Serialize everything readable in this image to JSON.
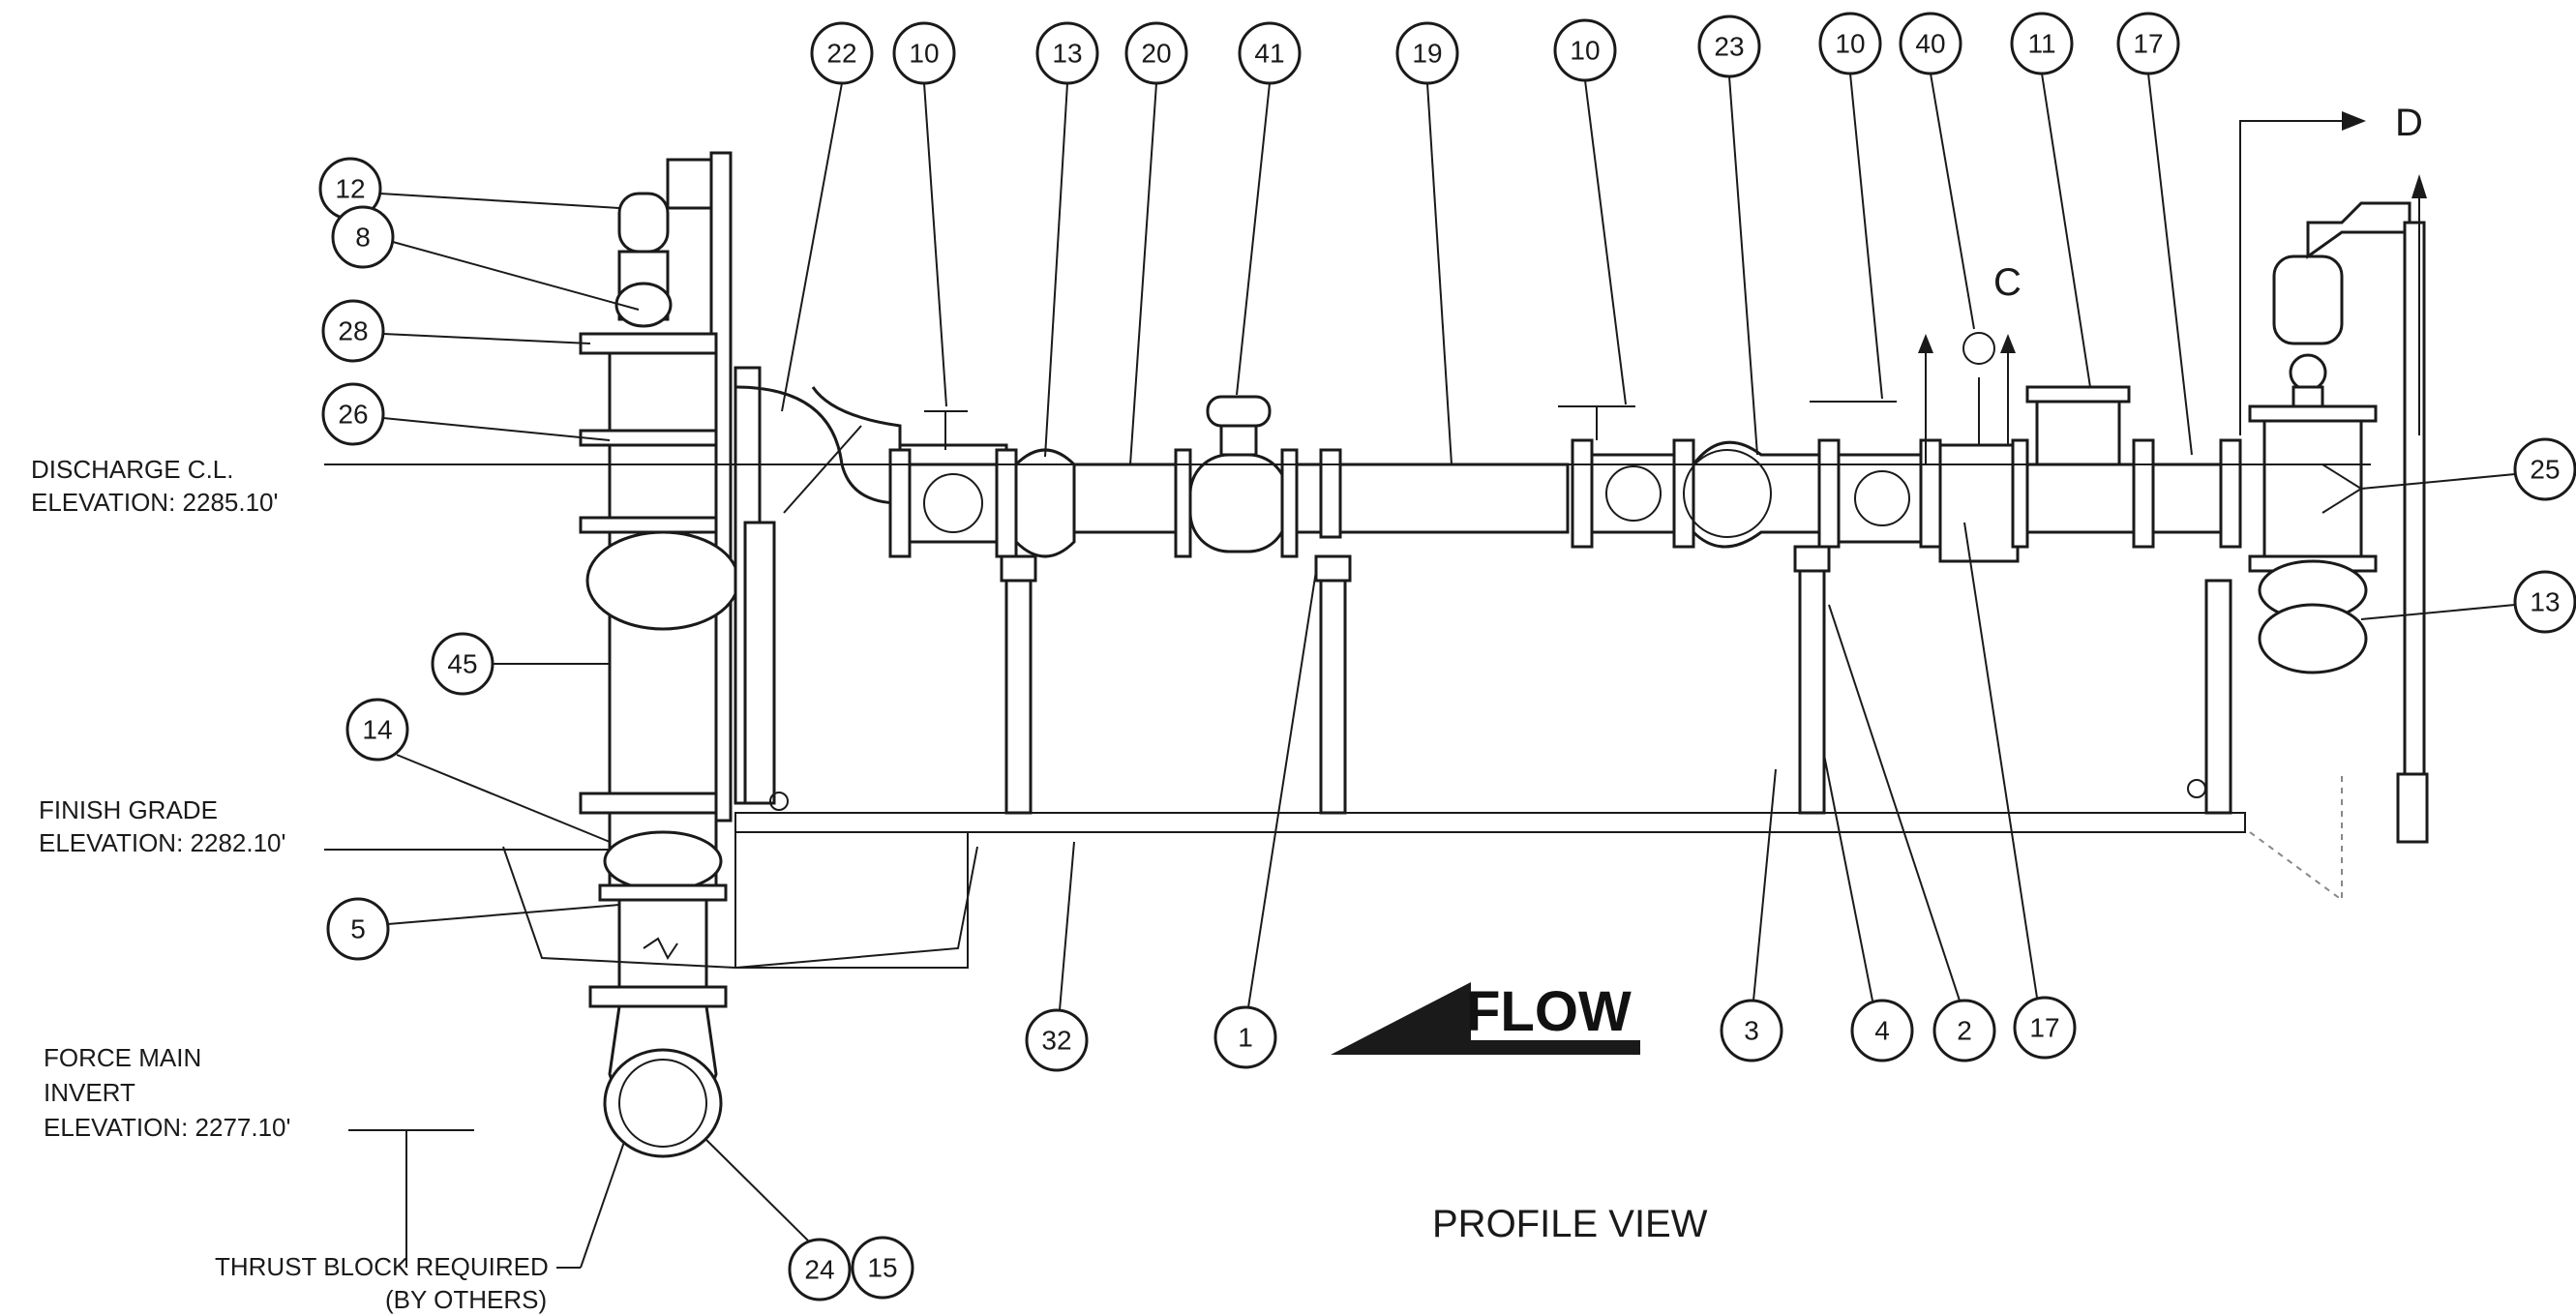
{
  "notes": {
    "discharge_line1": "DISCHARGE C.L.",
    "discharge_line2": "ELEVATION:  2285.10'",
    "finish_line1": "FINISH GRADE",
    "finish_line2": "ELEVATION:  2282.10'",
    "force_line1": "FORCE MAIN",
    "force_line2": "INVERT",
    "force_line3": "ELEVATION:  2277.10'",
    "thrust_line1": "THRUST BLOCK REQUIRED",
    "thrust_line2": "(BY OTHERS)"
  },
  "flow_label": "FLOW",
  "view_title": "PROFILE VIEW",
  "section_marks": {
    "c": "C",
    "d": "D"
  },
  "balloons": {
    "top": [
      "22",
      "10",
      "13",
      "20",
      "41",
      "19",
      "10",
      "23",
      "10",
      "40",
      "11",
      "17"
    ],
    "left": [
      "12",
      "8",
      "28",
      "26",
      "45",
      "14",
      "5"
    ],
    "bottom": [
      "32",
      "1",
      "3",
      "4",
      "2",
      "17"
    ],
    "right": [
      "25",
      "13"
    ],
    "lower_left": [
      "24",
      "15"
    ]
  }
}
